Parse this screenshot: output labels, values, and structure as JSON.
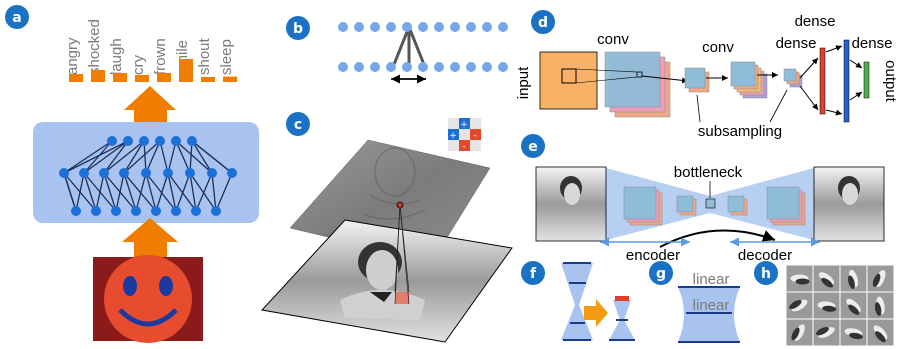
{
  "panels": {
    "a": {
      "badge": "a",
      "outputs": [
        "angry",
        "shocked",
        "laugh",
        "cry",
        "frown",
        "smile",
        "shout",
        "sleep"
      ],
      "output_levels": [
        0.25,
        0.45,
        0.3,
        0.2,
        0.3,
        1.0,
        0.1,
        0.12
      ],
      "bar_color": "#f07c00",
      "net_bg": "#a9c3f0",
      "node_color": "#1e6fd9",
      "face_color": "#e84c2e",
      "face_bg": "#8b1a1a"
    },
    "b": {
      "badge": "b"
    },
    "c": {
      "badge": "c"
    },
    "d": {
      "badge": "d",
      "input": "input",
      "conv1": "conv",
      "conv2": "conv",
      "dense1": "dense",
      "dense2": "dense",
      "output": "output",
      "subsampling": "subsampling"
    },
    "e": {
      "badge": "e",
      "bottleneck": "bottleneck",
      "encoder": "encoder",
      "decoder": "decoder"
    },
    "f": {
      "badge": "f"
    },
    "g": {
      "badge": "g",
      "linear1": "linear",
      "linear2": "linear"
    },
    "h": {
      "badge": "h"
    }
  },
  "colors": {
    "badge": "#1a72c4",
    "arrow_orange": "#f39c12"
  }
}
